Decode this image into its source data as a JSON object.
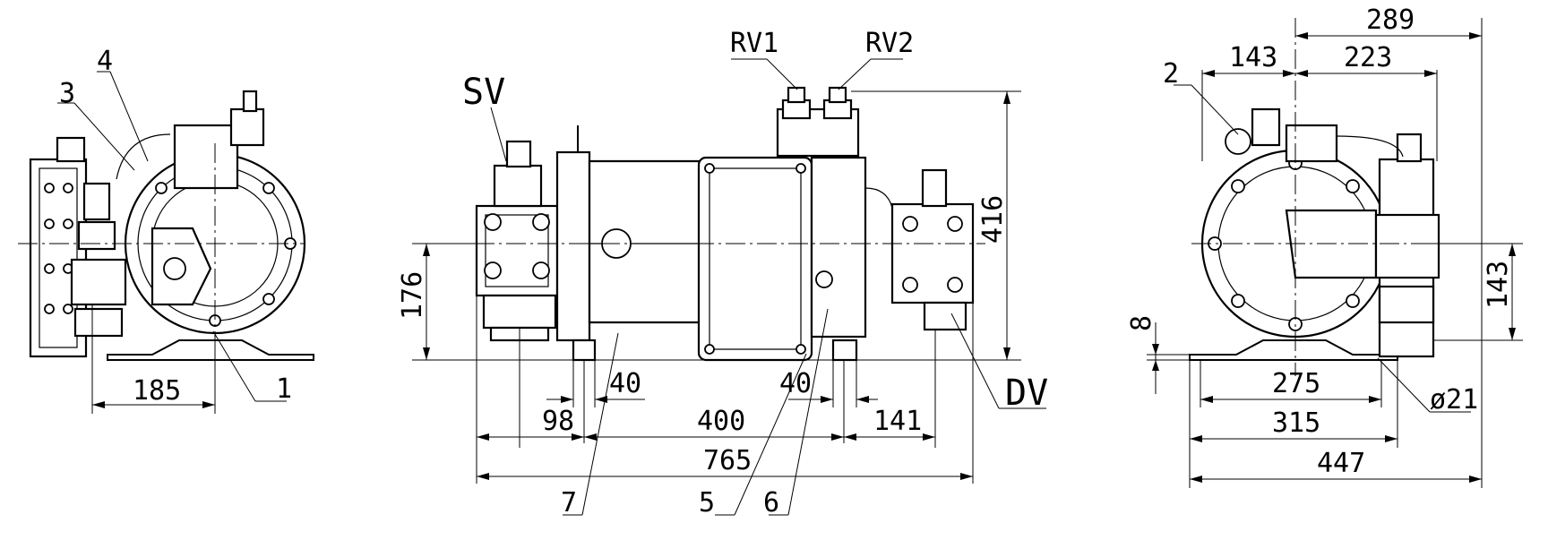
{
  "labels": {
    "sv": "SV",
    "dv": "DV",
    "rv1": "RV1",
    "rv2": "RV2",
    "p1": "1",
    "p2": "2",
    "p3": "3",
    "p4": "4",
    "p5": "5",
    "p6": "6",
    "p7": "7"
  },
  "dimensions": {
    "d185": "185",
    "d176": "176",
    "d98": "98",
    "d40a": "40",
    "d40b": "40",
    "d400": "400",
    "d141": "141",
    "d765": "765",
    "d416": "416",
    "d289": "289",
    "d143top": "143",
    "d223": "223",
    "d143side": "143",
    "d8": "8",
    "d275": "275",
    "d315": "315",
    "d447": "447",
    "dia21": "ø21"
  }
}
